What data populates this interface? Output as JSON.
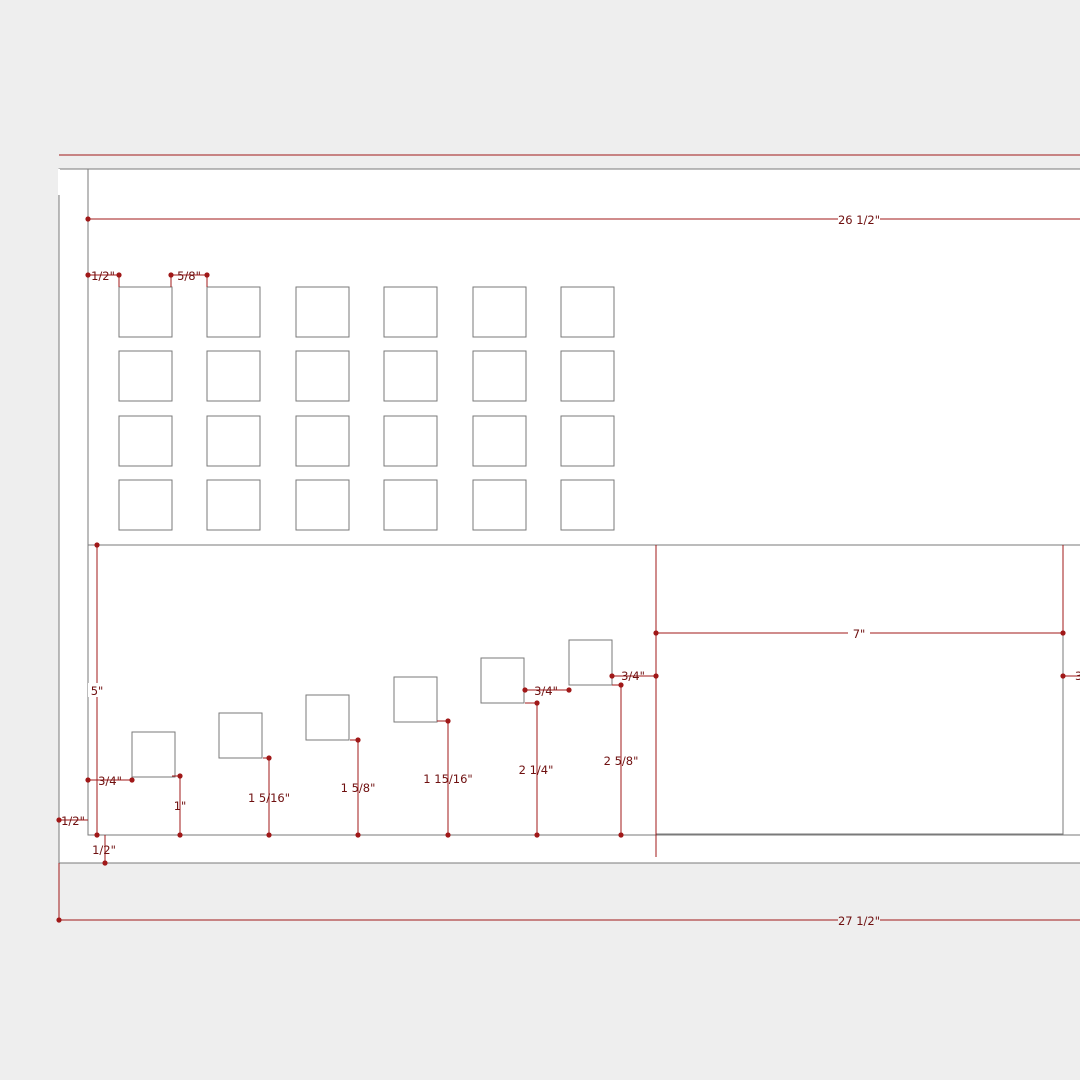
{
  "colors": {
    "background": "#eeeeee",
    "panel": "#ffffff",
    "outline": "#7a7a7a",
    "dimension": "#a01818",
    "dimension_text": "#6e0f0f"
  },
  "dimensions": {
    "overall_width_inner": "26 1/2\"",
    "overall_width_outer": "27 1/2\"",
    "grid_left_margin": "1/2\"",
    "grid_gap": "5/8\"",
    "lower_height": "5\"",
    "first_square_offset": "3/4\"",
    "left_edge": "1/2\"",
    "bottom_edge": "1/2\"",
    "step_1": "1\"",
    "step_2": "1 5/16\"",
    "step_3": "1 5/8\"",
    "step_4": "1 15/16\"",
    "step_5": "2 1/4\"",
    "step_6": "2 5/8\"",
    "gap_5_6": "3/4\"",
    "gap_6_box": "3/4\"",
    "box_width": "7\"",
    "right_clipped": "3"
  }
}
